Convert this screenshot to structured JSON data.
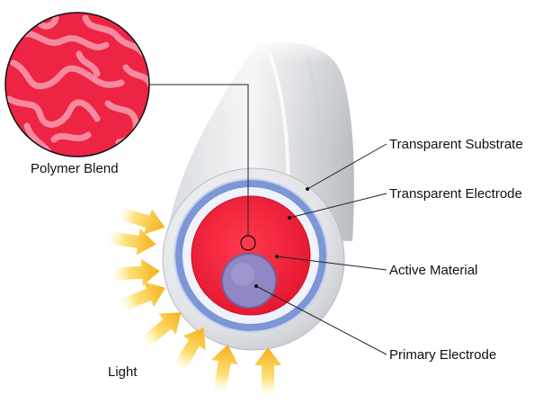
{
  "labels": {
    "polymer_blend": "Polymer Blend",
    "transparent_substrate": "Transparent Substrate",
    "transparent_electrode": "Transparent Electrode",
    "active_material": "Active Material",
    "primary_electrode": "Primary Electrode",
    "light": "Light"
  },
  "colors": {
    "active_material": "#f0243b",
    "polymer_pattern": "#f58aa0",
    "primary_electrode": "#8f88c4",
    "transparent_electrode": "#7c96d6",
    "substrate": "#dcdfe3",
    "light_arrow": "#f7b81c"
  }
}
